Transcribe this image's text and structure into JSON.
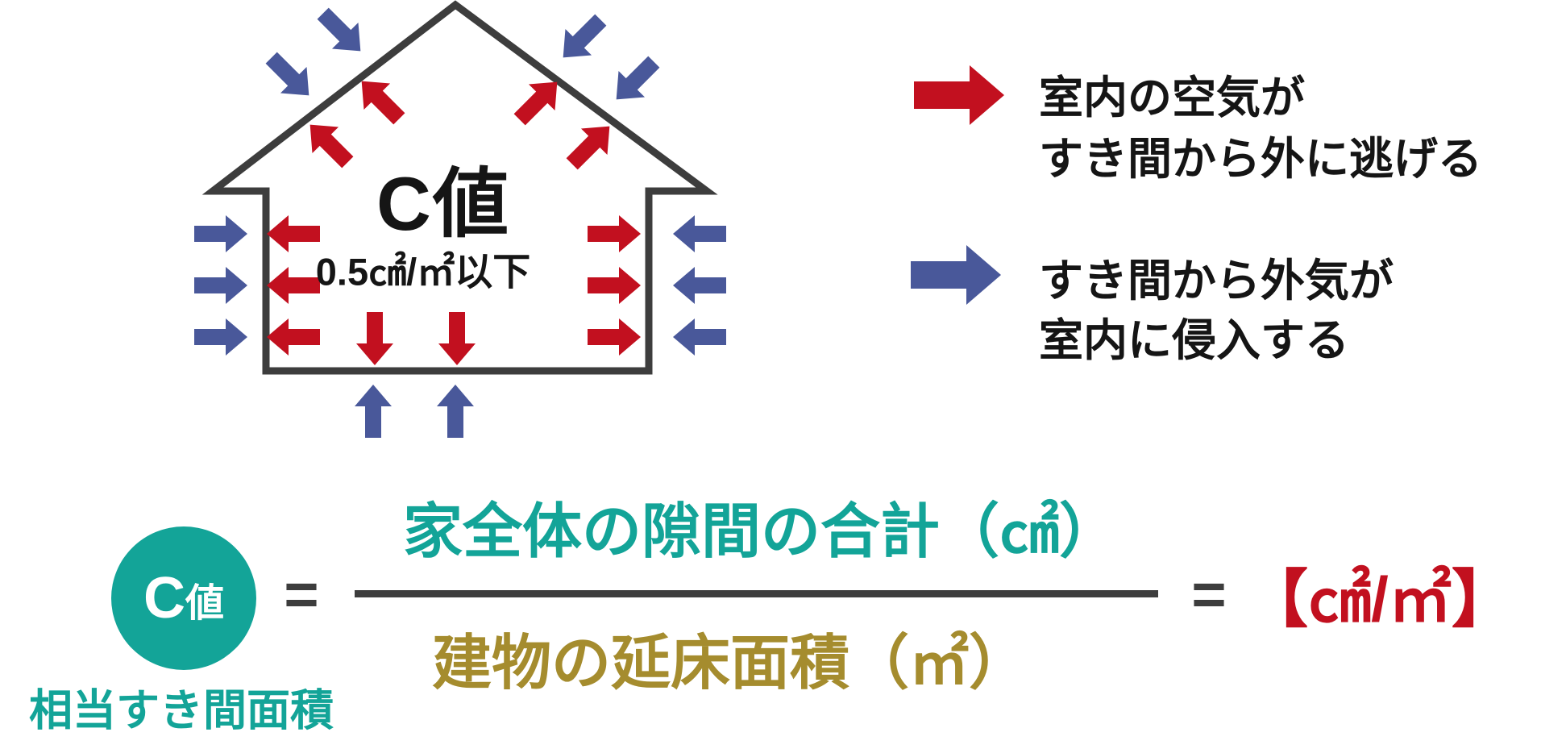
{
  "colors": {
    "red": "#c2101f",
    "blue": "#49589a",
    "teal": "#13a498",
    "gold": "#a58c2e",
    "outline": "#3d3d3d",
    "text": "#151515"
  },
  "house": {
    "title": "C値",
    "subtitle": "0.5㎠/㎡以下"
  },
  "legend": {
    "items": [
      {
        "icon": "red-right-arrow",
        "meaning": "outflow",
        "lines": [
          "室内の空気が",
          "すき間から外に逃げる"
        ]
      },
      {
        "icon": "blue-right-arrow",
        "meaning": "inflow",
        "lines": [
          "すき間から外気が",
          "室内に侵入する"
        ]
      }
    ]
  },
  "formula": {
    "badge_main": "C",
    "badge_sub": "値",
    "badge_caption": "相当すき間面積",
    "equals": "=",
    "numerator": "家全体の隙間の合計（㎠）",
    "denominator": "建物の延床面積（㎡）",
    "result": "【㎠/㎡】"
  }
}
